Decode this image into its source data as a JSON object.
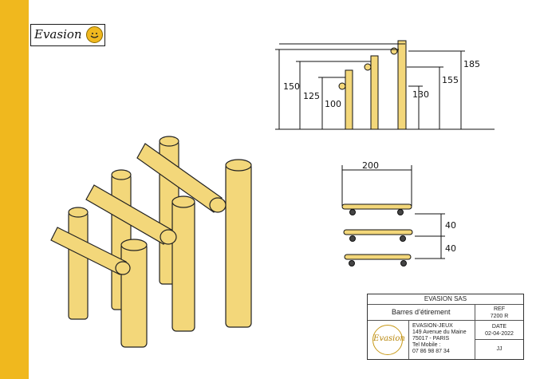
{
  "brand": {
    "logo_text": "Evasion"
  },
  "elevation_dimensions": {
    "total_width": "",
    "post_heights": [
      "100",
      "125",
      "150"
    ],
    "bar_heights": [
      "130",
      "155",
      "185"
    ]
  },
  "top_view_dimensions": {
    "width": "200",
    "spacing_1": "40",
    "spacing_2": "40"
  },
  "title_block": {
    "company": "EVASION SAS",
    "product": "Barres d’étirement",
    "ref_label": "REF",
    "ref_value": "7200 R",
    "logo_text": "Evasion",
    "address": [
      "EVASION-JEUX",
      "149 Avenue du Maine",
      "75017 - PARIS",
      "Tel Mobile :",
      "07 86 98 87 34"
    ],
    "date_label": "DATE",
    "date_value": "02-04-2022",
    "author": "JJ"
  },
  "colors": {
    "sidebar": "#f0b81e",
    "wood": "#f3d77a",
    "ink": "#111111"
  }
}
